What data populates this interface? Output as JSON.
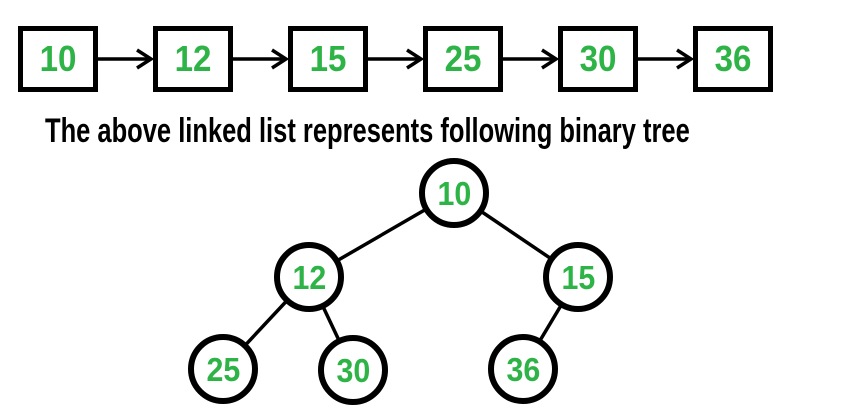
{
  "colors": {
    "green": "#2eb346",
    "black": "#000000",
    "background": "#ffffff"
  },
  "linked_list": {
    "description": "singly linked list",
    "nodes": [
      "10",
      "12",
      "15",
      "25",
      "30",
      "36"
    ]
  },
  "caption": "The above linked list represents following binary tree",
  "tree": {
    "nodes": [
      "10",
      "12",
      "15",
      "25",
      "30",
      "36"
    ],
    "root": "10",
    "edges": [
      [
        "10",
        "12"
      ],
      [
        "10",
        "15"
      ],
      [
        "12",
        "25"
      ],
      [
        "12",
        "30"
      ],
      [
        "15",
        "36"
      ]
    ]
  }
}
